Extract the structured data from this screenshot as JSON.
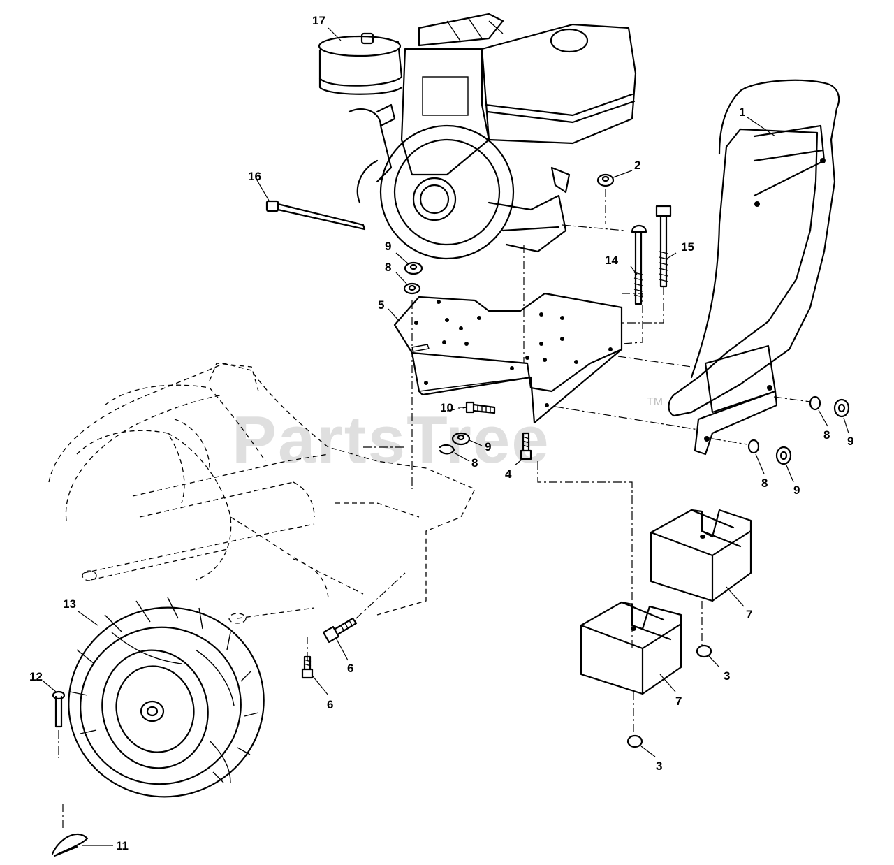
{
  "watermark": {
    "text": "PartsTree",
    "trademark": "TM"
  },
  "callouts": {
    "c1": "1",
    "c2": "2",
    "c3a": "3",
    "c3b": "3",
    "c4": "4",
    "c5": "5",
    "c6a": "6",
    "c6b": "6",
    "c7a": "7",
    "c7b": "7",
    "c8a": "8",
    "c8b": "8",
    "c8c": "8",
    "c8d": "8",
    "c9a": "9",
    "c9b": "9",
    "c9c": "9",
    "c9d": "9",
    "c10": "10",
    "c11": "11",
    "c12": "12",
    "c13": "13",
    "c14": "14",
    "c15": "15",
    "c16": "16",
    "c17": "17"
  }
}
